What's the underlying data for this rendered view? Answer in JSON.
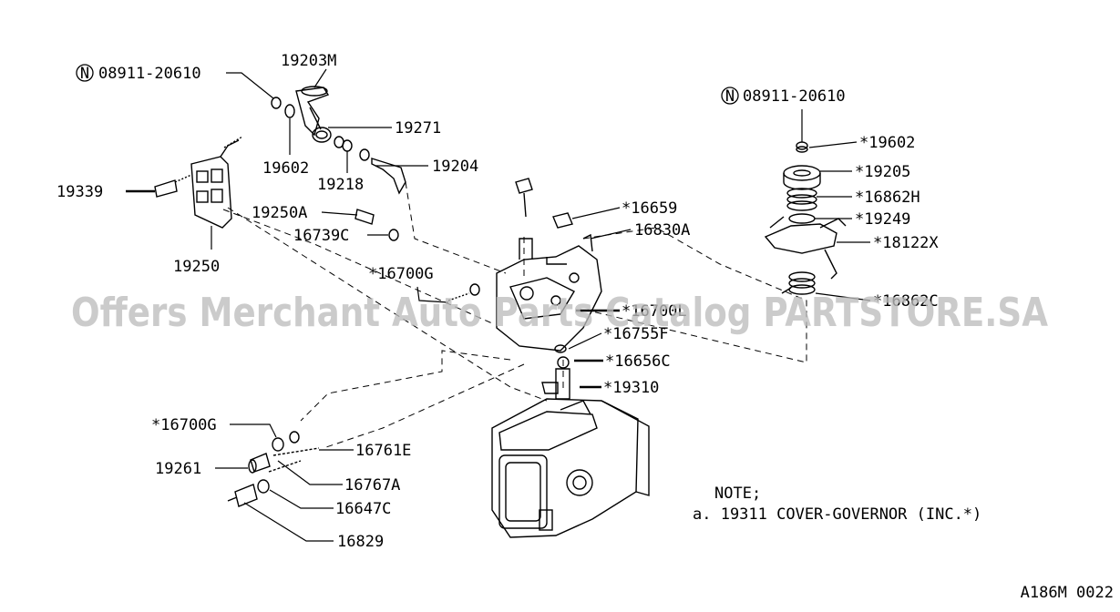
{
  "labels": {
    "n_08911_20610_left": "08911-20610",
    "p19203M": "19203M",
    "p19271": "19271",
    "p19602": "19602",
    "p19218": "19218",
    "p19204": "19204",
    "p19339": "19339",
    "p19250A": "19250A",
    "p16739C": "16739C",
    "p19250": "19250",
    "p16700G_top": "*16700G",
    "p16659": "*16659",
    "p16830A": "16830A",
    "p16700L": "*16700L",
    "p16755F": "*16755F",
    "p16656C": "*16656C",
    "p19310": "*19310",
    "p16700G_bot": "*16700G",
    "p16761E": "16761E",
    "p19261": "19261",
    "p16767A": "16767A",
    "p16647C": "16647C",
    "p16829": "16829",
    "n_08911_20610_right": "08911-20610",
    "p19602_star": "*19602",
    "p19205": "*19205",
    "p16862H": "*16862H",
    "p19249": "*19249",
    "p18122X": "*18122X",
    "p16862C": "*16862C"
  },
  "note": {
    "heading": "NOTE;",
    "line": "a. 19311 COVER-GOVERNOR (INC.*)"
  },
  "circle_mark": "N",
  "diagram_code": "A186M 0022",
  "watermark": "Offers Merchant Auto Parts Catalog PARTSTORE.SA"
}
